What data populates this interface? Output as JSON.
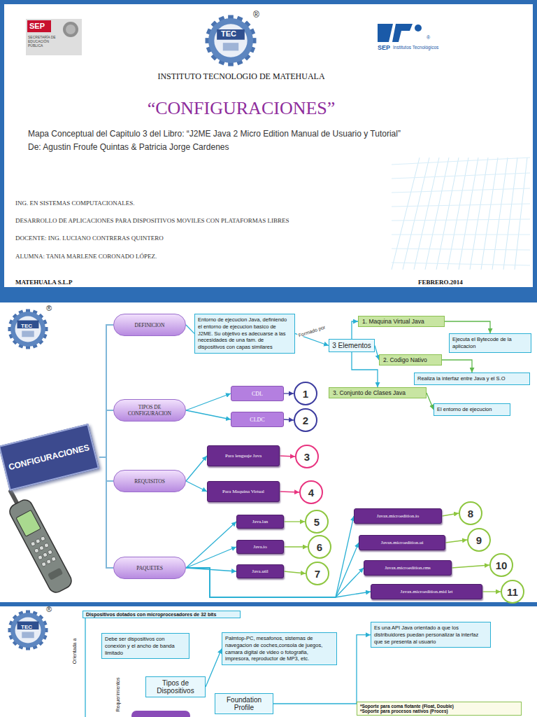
{
  "diagram": {
    "title": "“CONFIGURACIONES”",
    "nodes": [
      {
        "text": [
          "CONFIGURACIONES"
        ]
      },
      {
        "text": [
          "DEFINICION"
        ]
      },
      {
        "text": [
          "Entorno de ejecucion Java, definiendo el entorno de ejecucion basico de J2ME. Su objetivo es adecuarse a las necesidades de una fam. de dispositivos con capas similares"
        ]
      },
      {
        "text": [
          "3 Elementos"
        ]
      },
      {
        "text": [
          "1. Maquina Virtual Java"
        ]
      },
      {
        "text": [
          "2. Codigo Nativo"
        ]
      },
      {
        "text": [
          "3. Conjunto de Clases Java"
        ]
      },
      {
        "text": [
          "Ejecuta el Bytecode de la aplicacion"
        ]
      },
      {
        "text": [
          "Realiza la interfaz entre Java y el S.O"
        ]
      },
      {
        "text": [
          "El entorno de ejecucion"
        ]
      },
      {
        "text": [
          "TIPOS DE CONFIGURACION"
        ]
      },
      {
        "text": [
          "CDL"
        ]
      },
      {
        "text": [
          "CLDC"
        ]
      },
      {
        "text": [
          "1"
        ]
      },
      {
        "text": [
          "2"
        ]
      },
      {
        "text": [
          "REQUISITOS"
        ]
      },
      {
        "text": [
          "Para lenguaje Java"
        ]
      },
      {
        "text": [
          "Para Maquina Virtual"
        ]
      },
      {
        "text": [
          "3"
        ]
      },
      {
        "text": [
          "4"
        ]
      },
      {
        "text": [
          "PAQUETES"
        ]
      },
      {
        "text": [
          "Java.lan"
        ]
      },
      {
        "text": [
          "Java.io"
        ]
      },
      {
        "text": [
          "Java.util"
        ]
      },
      {
        "text": [
          "5"
        ]
      },
      {
        "text": [
          "6"
        ]
      },
      {
        "text": [
          "7"
        ]
      },
      {
        "text": [
          "Javax.microedition.io"
        ]
      },
      {
        "text": [
          "Javax.microedition.ui"
        ]
      },
      {
        "text": [
          "Javax.microedition.rms"
        ]
      },
      {
        "text": [
          "Javax.microedition.mid let"
        ]
      },
      {
        "text": [
          "8"
        ]
      },
      {
        "text": [
          "9"
        ]
      },
      {
        "text": [
          "10"
        ]
      },
      {
        "text": [
          "11"
        ]
      },
      {
        "text": [
          "Dispositivos dotados con microprocesadores de 32 bits"
        ]
      },
      {
        "text": [
          "Debe ser dispositivos con conexión y el ancho de banda limitado"
        ]
      },
      {
        "text": [
          "Tipos de Dispositivos"
        ]
      },
      {
        "text": [
          "Palmtop-PC, mesafonos, sistemas de navegacion de coches,consola de juegos, camara digital de video o fotografia, impresora, reproductor de MP3, etc."
        ]
      },
      {
        "text": [
          "Foundation Profile"
        ]
      },
      {
        "text": [
          "Es una API Java orientado a que los distribuidores puedan personalizar la interfaz que se presenta al usuario"
        ]
      },
      {
        "text": [
          "*Soporte para coma flotante (Float, Double)",
          "*Soporte para procesos nativos (Proces)"
        ]
      }
    ],
    "edges": [
      {
        "from": 0,
        "to": 1,
        "arrow": "none"
      },
      {
        "from": 0,
        "to": 10,
        "arrow": "none"
      },
      {
        "from": 0,
        "to": 15,
        "arrow": "none"
      },
      {
        "from": 0,
        "to": 20,
        "arrow": "none"
      },
      {
        "from": 1,
        "to": 2,
        "arrow": "none"
      },
      {
        "from": 2,
        "to": 3,
        "arrow": "to",
        "label": "Formado por"
      },
      {
        "from": 3,
        "to": 4,
        "arrow": "to"
      },
      {
        "from": 3,
        "to": 5,
        "arrow": "to"
      },
      {
        "from": 3,
        "to": 6,
        "arrow": "to"
      },
      {
        "from": 4,
        "to": 7,
        "arrow": "to"
      },
      {
        "from": 5,
        "to": 8,
        "arrow": "to"
      },
      {
        "from": 6,
        "to": 9,
        "arrow": "to"
      },
      {
        "from": 10,
        "to": 11,
        "arrow": "to"
      },
      {
        "from": 10,
        "to": 12,
        "arrow": "to"
      },
      {
        "from": 11,
        "to": 13,
        "arrow": "to"
      },
      {
        "from": 12,
        "to": 14,
        "arrow": "to"
      },
      {
        "from": 15,
        "to": 16,
        "arrow": "to"
      },
      {
        "from": 15,
        "to": 17,
        "arrow": "to"
      },
      {
        "from": 16,
        "to": 18,
        "arrow": "to"
      },
      {
        "from": 17,
        "to": 19,
        "arrow": "to"
      },
      {
        "from": 20,
        "to": 21,
        "arrow": "to"
      },
      {
        "from": 20,
        "to": 22,
        "arrow": "to"
      },
      {
        "from": 20,
        "to": 23,
        "arrow": "to"
      },
      {
        "from": 21,
        "to": 24,
        "arrow": "to"
      },
      {
        "from": 22,
        "to": 25,
        "arrow": "to"
      },
      {
        "from": 23,
        "to": 26,
        "arrow": "to"
      },
      {
        "from": 20,
        "to": 27,
        "arrow": "to"
      },
      {
        "from": 20,
        "to": 28,
        "arrow": "to"
      },
      {
        "from": 20,
        "to": 29,
        "arrow": "to"
      },
      {
        "from": 20,
        "to": 30,
        "arrow": "to"
      },
      {
        "from": 27,
        "to": 31,
        "arrow": "to"
      },
      {
        "from": 28,
        "to": 32,
        "arrow": "to"
      },
      {
        "from": 29,
        "to": 33,
        "arrow": "to"
      },
      {
        "from": 30,
        "to": 34,
        "arrow": "to"
      },
      {
        "from": 37,
        "to": 38,
        "arrow": "to"
      },
      {
        "from": 39,
        "to": 40,
        "arrow": "to"
      }
    ],
    "labels": [
      "SEP",
      "SECRETARÍA DE EDUCACIÓN PÚBLICA",
      "TEC",
      "®",
      "SEP",
      "Institutos Tecnológicos",
      "®",
      "INSTITUTO TECNOLOGIO DE MATEHUALA",
      "Mapa Conceptual del Capitulo 3 del Libro: “J2ME Java 2 Micro Edition  Manual de Usuario y Tutorial”",
      "De: Agustin Froufe Quintas & Patricia Jorge Cardenes",
      "ING. EN SISTEMAS COMPUTACIONALES.",
      "DESARROLLO DE APLICACIONES PARA DISPOSITIVOS MOVILES CON PLATAFORMAS LIBRES",
      "DOCENTE: ING. LUCIANO CONTRERAS QUINTERO",
      "ALUMNA: TANIA MARLENE CORONADO LÓPEZ.",
      "MATEHUALA S.L.P",
      "FEBRERO.2014",
      "TEC",
      "®",
      "Orientada a",
      "Requerimientos",
      "TEC",
      "®"
    ]
  }
}
